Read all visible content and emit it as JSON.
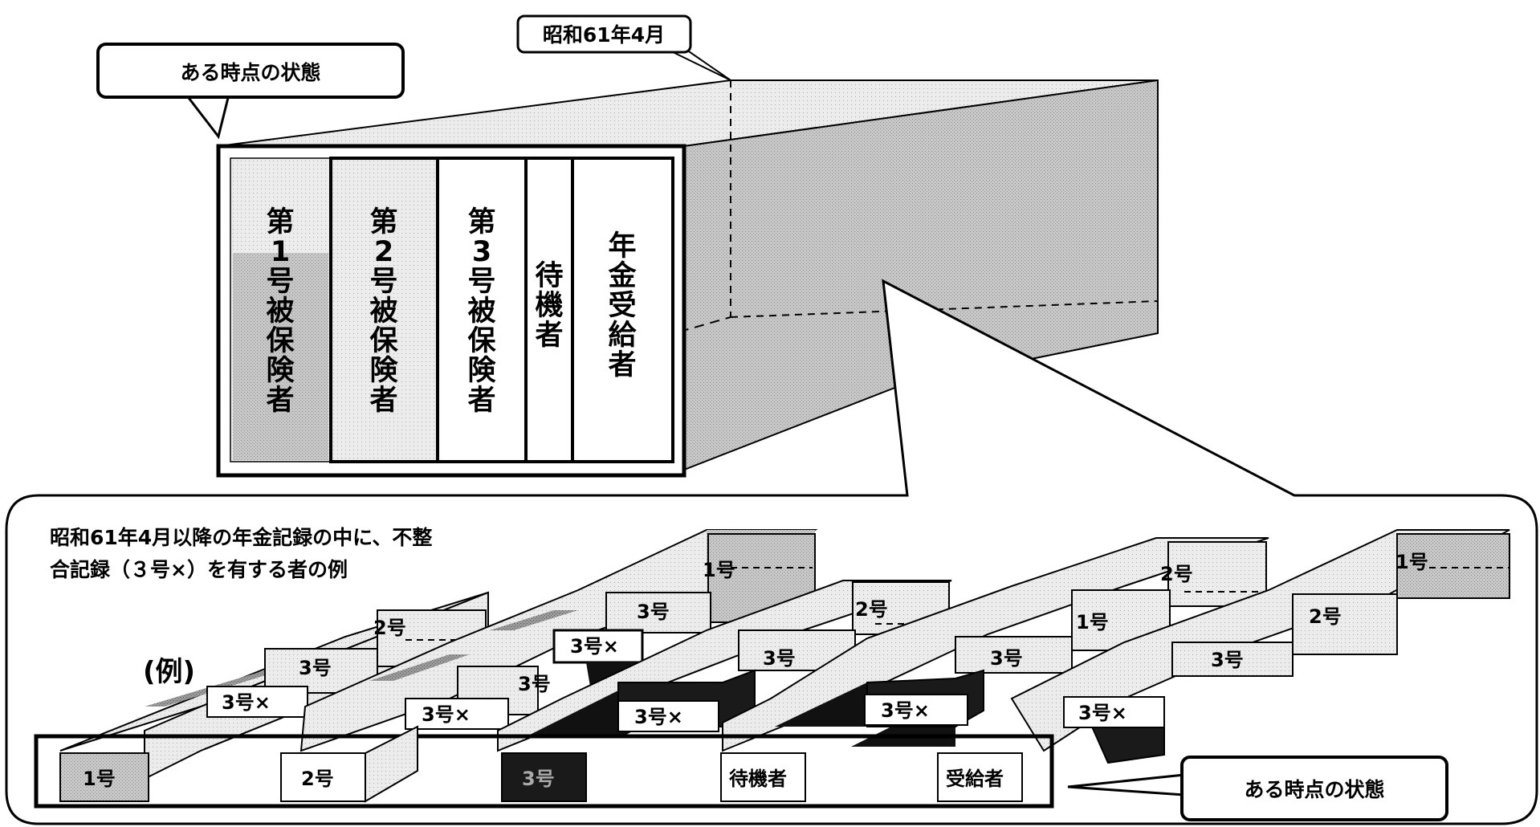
{
  "callouts": {
    "date": "昭和61年4月",
    "state_top": "ある時点の状態",
    "state_bottom": "ある時点の状態"
  },
  "columns": [
    {
      "chars": [
        "第",
        "1",
        "号",
        "被",
        "保",
        "険",
        "者"
      ]
    },
    {
      "chars": [
        "第",
        "2",
        "号",
        "被",
        "保",
        "険",
        "者"
      ]
    },
    {
      "chars": [
        "第",
        "3",
        "号",
        "被",
        "保",
        "険",
        "者"
      ]
    },
    {
      "chars": [
        "待",
        "機",
        "者"
      ]
    },
    {
      "chars": [
        "年",
        "金",
        "受",
        "給",
        "者"
      ]
    }
  ],
  "panel": {
    "caption_line1": "昭和61年4月以降の年金記録の中に、不整",
    "caption_line2": "合記録（３号×）を有する者の例",
    "example_label": "(例)"
  },
  "front_boxes": [
    "1号",
    "2号",
    "3号",
    "待機者",
    "受給者"
  ],
  "records": {
    "chain1": {
      "seg1": "3号×",
      "seg2": "3号",
      "seg3": "2号"
    },
    "chain2": {
      "seg1": "3号×",
      "seg2": "3号",
      "seg3": "3号×",
      "seg4": "3号",
      "seg5": "1号"
    },
    "chain3": {
      "seg1": "3号×",
      "seg2": "3号",
      "seg3": "2号"
    },
    "chain4": {
      "seg1": "3号×",
      "seg2": "3号",
      "seg3": "1号",
      "seg4": "2号"
    },
    "chain5": {
      "seg1": "3号×",
      "seg2": "3号",
      "seg3": "2号",
      "seg4": "1号"
    }
  },
  "colors": {
    "grey_fill": "#d0d0d0",
    "dark_fill": "#8a8a8a",
    "black_fill": "#111111",
    "tunnel_fill": "#bdbdbd"
  }
}
